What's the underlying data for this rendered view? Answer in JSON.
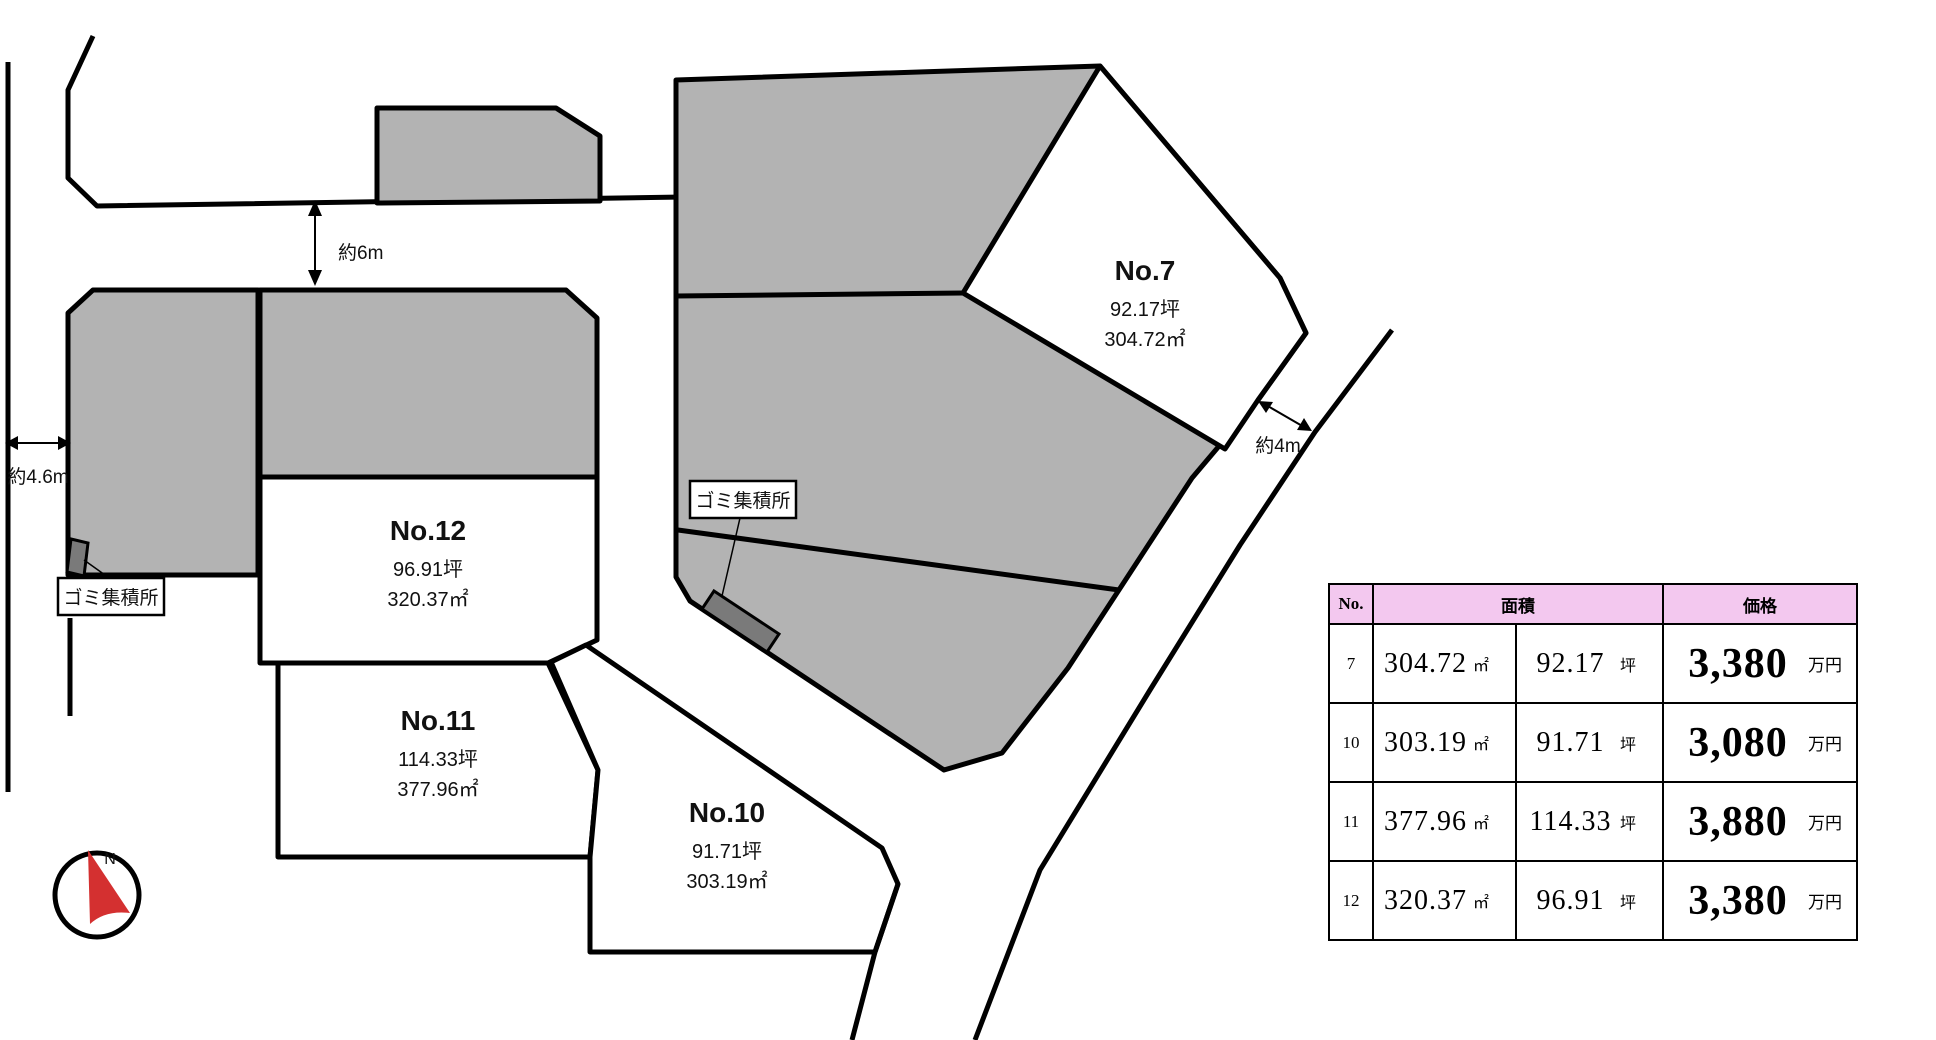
{
  "map": {
    "plots": [
      {
        "title": "No.7",
        "tsubo": "92.17坪",
        "sqm": "304.72㎡"
      },
      {
        "title": "No.10",
        "tsubo": "91.71坪",
        "sqm": "303.19㎡"
      },
      {
        "title": "No.11",
        "tsubo": "114.33坪",
        "sqm": "377.96㎡"
      },
      {
        "title": "No.12",
        "tsubo": "96.91坪",
        "sqm": "320.37㎡"
      }
    ],
    "annotations": {
      "road_top_width": "約6m",
      "road_left_width": "約4.6m",
      "road_right_width": "約4m",
      "garbage_left": "ゴミ集積所",
      "garbage_center": "ゴミ集積所"
    },
    "compass_label": "N"
  },
  "table": {
    "headers": {
      "no": "No.",
      "area": "面積",
      "price": "価格"
    },
    "units": {
      "sqm": "㎡",
      "tsubo": "坪",
      "price": "万円"
    },
    "rows": [
      {
        "no": "7",
        "sqm": "304.72",
        "tsubo": "92.17",
        "price": "3,380"
      },
      {
        "no": "10",
        "sqm": "303.19",
        "tsubo": "91.71",
        "price": "3,080"
      },
      {
        "no": "11",
        "sqm": "377.96",
        "tsubo": "114.33",
        "price": "3,880"
      },
      {
        "no": "12",
        "sqm": "320.37",
        "tsubo": "96.91",
        "price": "3,380"
      }
    ]
  },
  "colors": {
    "sold_fill": "#b3b3b3",
    "garbage_fill": "#7a7a7a",
    "header_pink": "#f3c8ef",
    "compass_red": "#d43030",
    "line": "#000000"
  }
}
